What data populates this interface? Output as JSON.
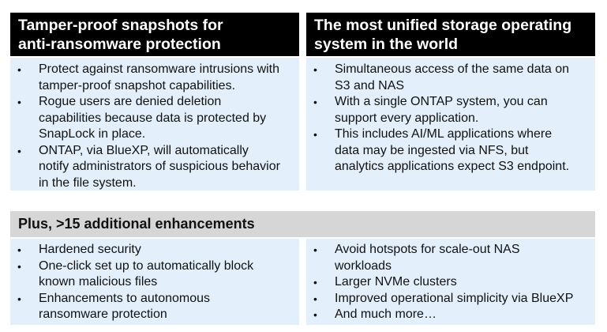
{
  "panels": {
    "left": {
      "title_lines": [
        "Tamper-proof snapshots for",
        "anti-ransomware protection"
      ],
      "bullets": [
        [
          "Protect against ransomware intrusions with",
          "tamper-proof snapshot capabilities."
        ],
        [
          "Rogue users are denied deletion",
          "capabilities because data is protected by",
          "SnapLock in place."
        ],
        [
          "ONTAP, via BlueXP, will automatically",
          "notify administrators of suspicious behavior",
          "in the file system."
        ]
      ]
    },
    "right": {
      "title_lines": [
        "The most unified storage operating",
        "system in the world"
      ],
      "bullets": [
        [
          "Simultaneous access of the same data on",
          "S3 and NAS"
        ],
        [
          "With a single ONTAP system, you can",
          "support every application."
        ],
        [
          "This includes AI/ML applications where",
          "data may be ingested via NFS, but",
          "analytics applications expect S3 endpoint."
        ]
      ]
    }
  },
  "enhancements": {
    "title": "Plus, >15 additional enhancements",
    "left_bullets": [
      [
        "Hardened security"
      ],
      [
        "One-click set up to automatically block",
        "known malicious files"
      ],
      [
        "Enhancements to autonomous",
        "ransomware protection"
      ]
    ],
    "right_bullets": [
      [
        "Avoid hotspots for scale-out NAS",
        "workloads"
      ],
      [
        "Larger NVMe clusters"
      ],
      [
        "Improved operational simplicity via BlueXP"
      ],
      [
        "And much more…"
      ]
    ]
  },
  "bullet_glyph": "•"
}
